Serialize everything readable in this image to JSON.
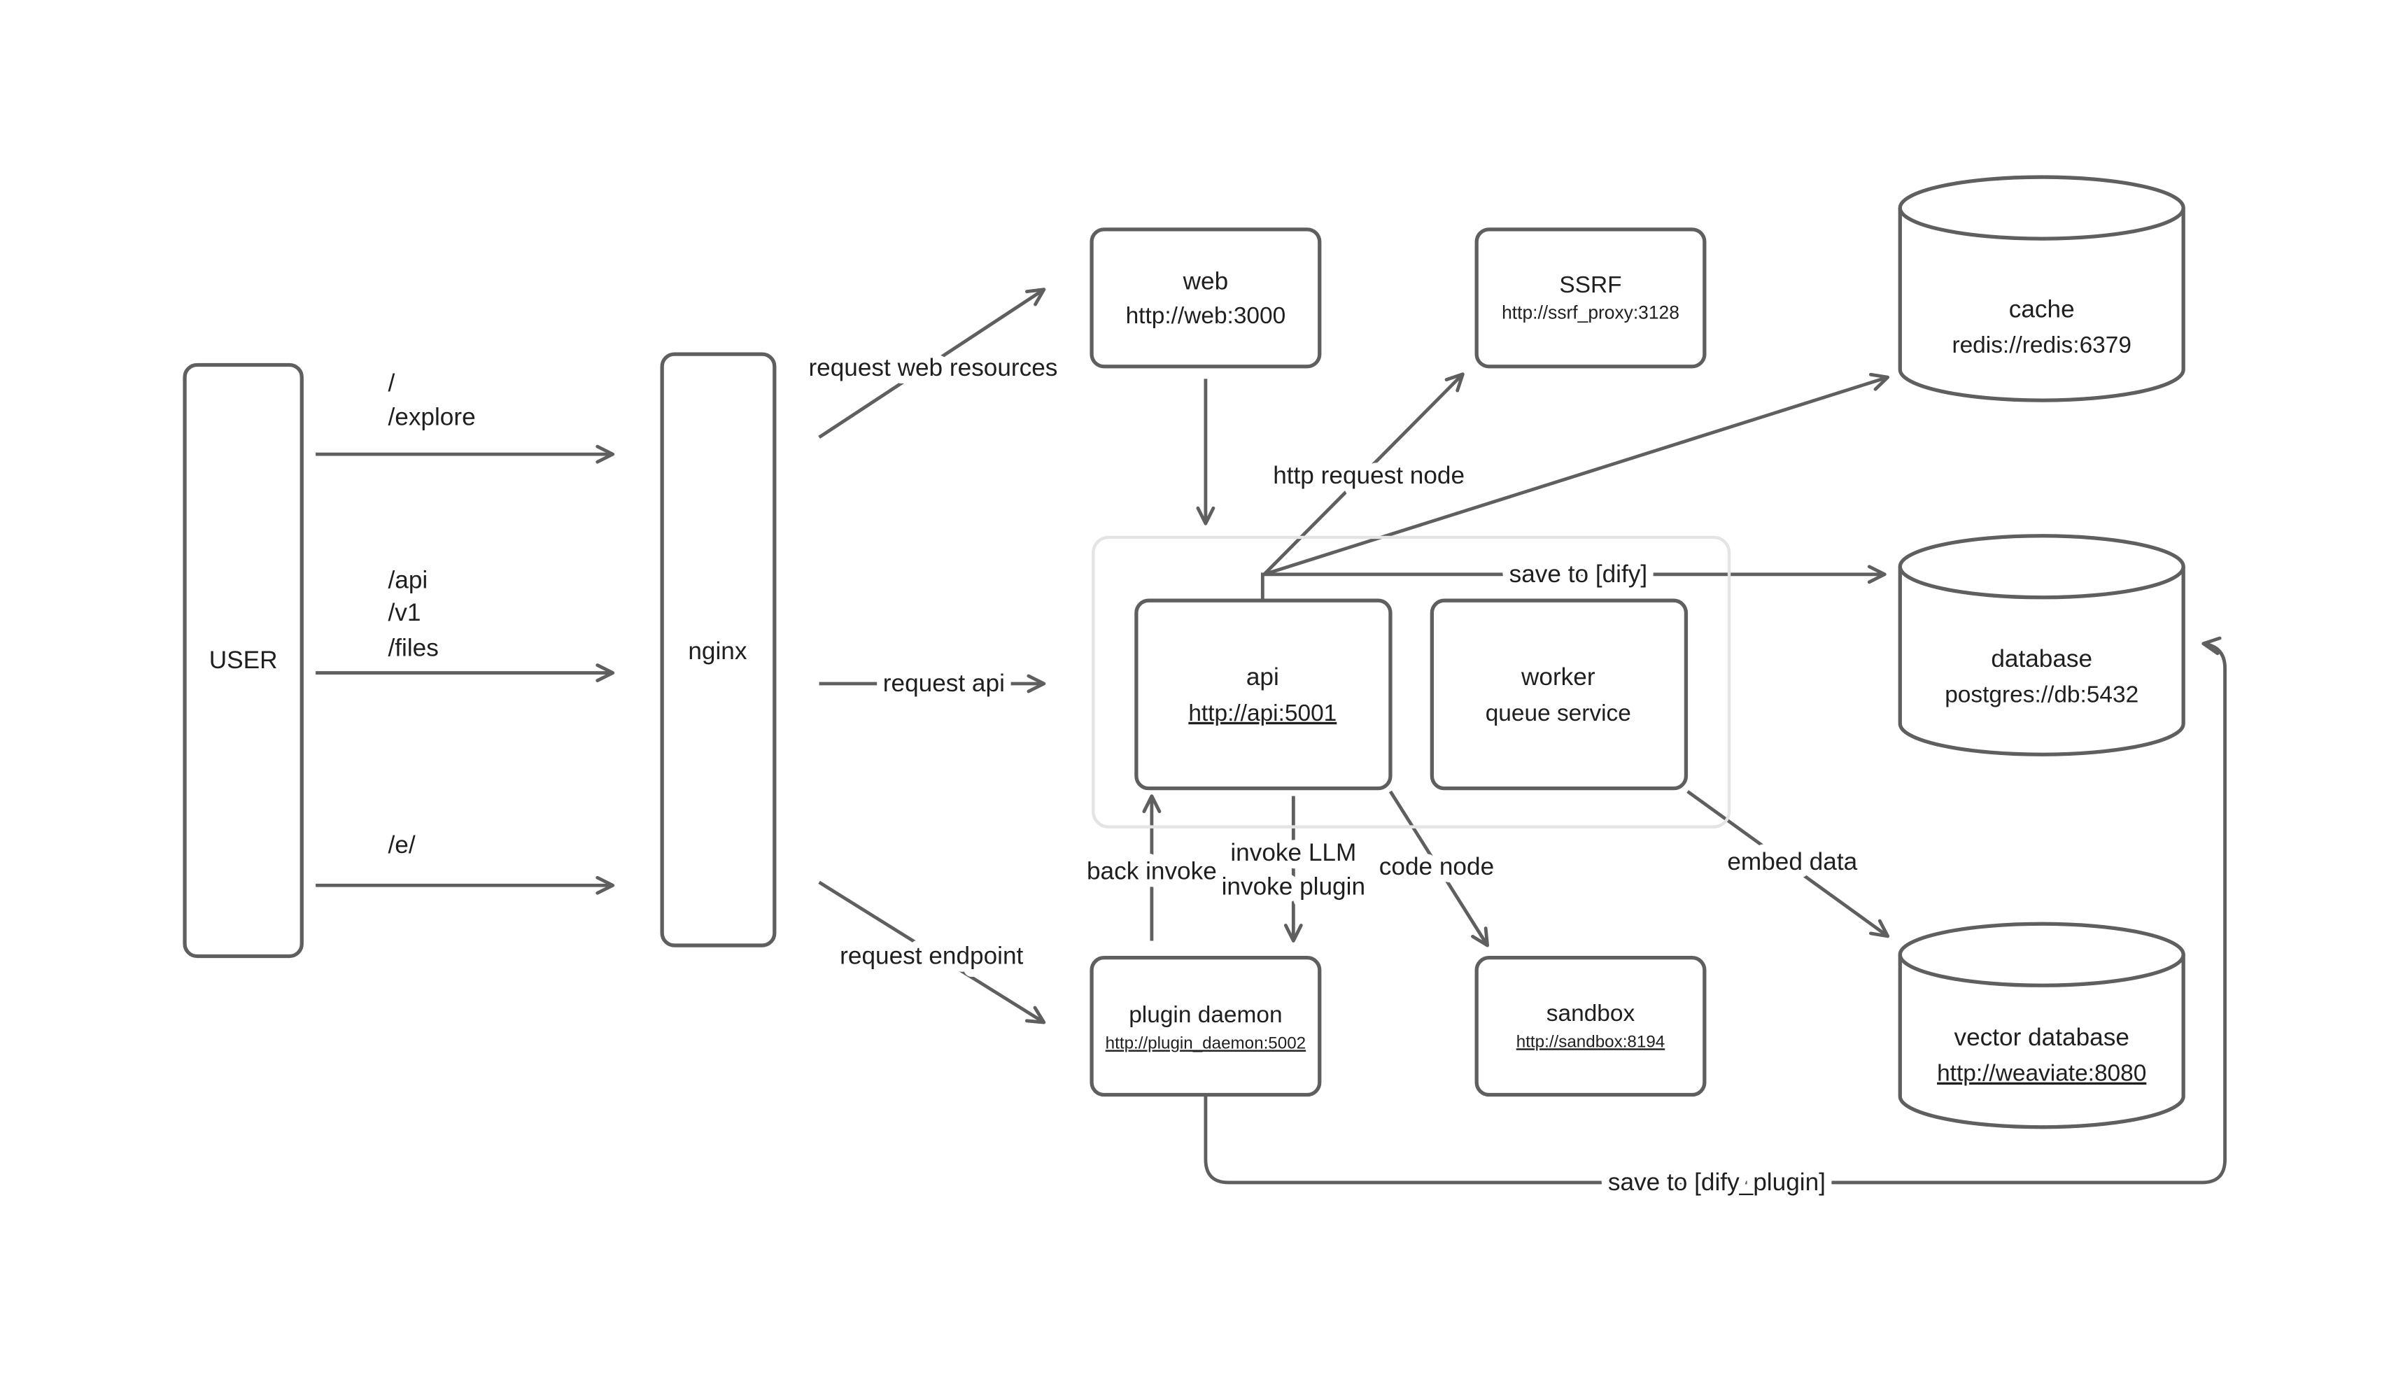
{
  "diagram": {
    "nodes": {
      "user": {
        "label": "USER"
      },
      "nginx": {
        "label": "nginx"
      },
      "web": {
        "title": "web",
        "url": "http://web:3000"
      },
      "ssrf": {
        "title": "SSRF",
        "url": "http://ssrf_proxy:3128"
      },
      "cache": {
        "title": "cache",
        "url": "redis://redis:6379"
      },
      "api": {
        "title": "api",
        "url": "http://api:5001"
      },
      "worker": {
        "title": "worker",
        "subtitle": "queue service"
      },
      "database": {
        "title": "database",
        "url": "postgres://db:5432"
      },
      "plugin_daemon": {
        "title": "plugin daemon",
        "url": "http://plugin_daemon:5002"
      },
      "sandbox": {
        "title": "sandbox",
        "url": "http://sandbox:8194"
      },
      "vector_database": {
        "title": "vector database",
        "url": "http://weaviate:8080"
      }
    },
    "edge_labels": {
      "path_root": "/",
      "path_explore": "/explore",
      "path_api": "/api",
      "path_v1": "/v1",
      "path_files": "/files",
      "path_e": "/e/",
      "request_web_resources": "request web resources",
      "request_api": "request api",
      "request_endpoint": "request endpoint",
      "http_request_node": "http request node",
      "save_to_dify": "save to [dify]",
      "back_invoke": "back invoke",
      "invoke_llm": "invoke LLM",
      "invoke_plugin": "invoke plugin",
      "code_node": "code node",
      "embed_data": "embed data",
      "save_to_dify_plugin": "save to [dify_plugin]"
    },
    "colors": {
      "background": "#ffffff",
      "node_stroke": "#5f5f5f",
      "edge_stroke": "#5f5f5f",
      "text": "#1f1f1f",
      "group_stroke": "#e4e4e4"
    }
  }
}
